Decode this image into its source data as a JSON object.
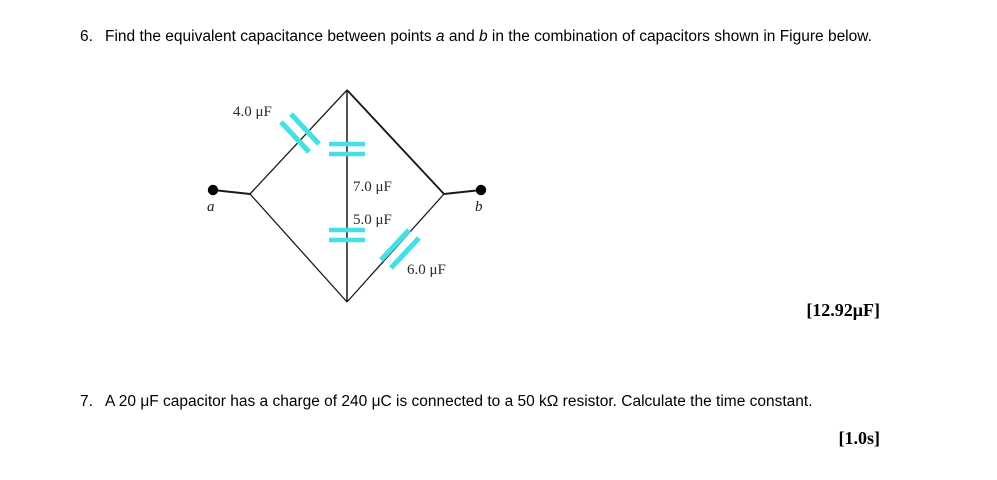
{
  "document": {
    "questions": [
      {
        "number": "6.",
        "text_parts": [
          {
            "t": "Find the equivalent capacitance between points ",
            "style": "normal"
          },
          {
            "t": "a",
            "style": "italic"
          },
          {
            "t": " and ",
            "style": "normal"
          },
          {
            "t": "b",
            "style": "italic"
          },
          {
            "t": " in the combination of capacitors shown in Figure below.",
            "style": "normal"
          }
        ],
        "full_text": "Find the equivalent capacitance between points a and b in the combination of capacitors shown in Figure below.",
        "answer": "[12.92μF]",
        "answer_value": "12.92",
        "answer_unit": "μF"
      },
      {
        "number": "7.",
        "full_text": "A 20 μF capacitor has a charge of 240 μC is connected to a 50 kΩ resistor. Calculate the time constant.",
        "answer": "[1.0s]",
        "answer_value": "1.0",
        "answer_unit": "s"
      }
    ]
  },
  "figure": {
    "caption": "Figure",
    "colors": {
      "capacitor_plate": "#45e0e6",
      "wire": "#1a1a1a",
      "terminal": "#000000"
    },
    "terminals": [
      {
        "id": "a",
        "label": "a"
      },
      {
        "id": "b",
        "label": "b"
      }
    ],
    "capacitors": [
      {
        "id": "c4",
        "label": "4.0 μF",
        "value": 4.0,
        "unit": "μF",
        "branch": "upper-left",
        "orientation": "diagonal"
      },
      {
        "id": "c7",
        "label": "7.0 μF",
        "value": 7.0,
        "unit": "μF",
        "branch": "center-upper",
        "orientation": "horizontal"
      },
      {
        "id": "c5",
        "label": "5.0 μF",
        "value": 5.0,
        "unit": "μF",
        "branch": "center-lower",
        "orientation": "horizontal"
      },
      {
        "id": "c6",
        "label": "6.0 μF",
        "value": 6.0,
        "unit": "μF",
        "branch": "lower-right",
        "orientation": "diagonal"
      }
    ]
  }
}
